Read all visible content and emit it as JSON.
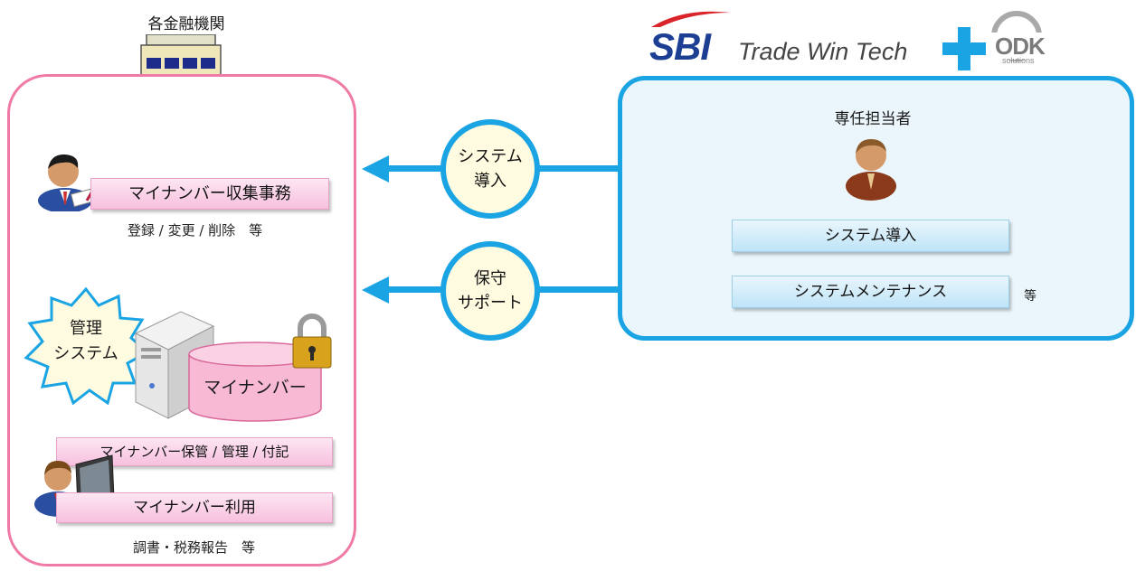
{
  "bank": {
    "title": "各金融機関",
    "collect_task": "マイナンバー収集事務",
    "collect_detail": "登録 / 変更 / 削除　等",
    "mgmt_badge_line1": "管理",
    "mgmt_badge_line2": "システム",
    "db_label": "マイナンバー",
    "storage_task": "マイナンバー保管 / 管理 / 付記",
    "usage_task": "マイナンバー利用",
    "usage_detail": "調書・税務報告　等"
  },
  "arrows": {
    "top_line1": "システム",
    "top_line2": "導入",
    "bottom_line1": "保守",
    "bottom_line2": "サポート"
  },
  "vendor": {
    "logo_sbi": "SBI",
    "logo_trade": "Trade Win Tech",
    "logo_odk_main": "ODK",
    "logo_odk_sub": "solutions",
    "staff_title": "専任担当者",
    "service1": "システム導入",
    "service2": "システムメンテナンス",
    "service_etc": "等"
  },
  "colors": {
    "arrow_blue": "#1aa4e3",
    "plus_blue": "#1aa4e3",
    "pink_border": "#f07aa6",
    "circle_fill": "#fffbe0"
  }
}
